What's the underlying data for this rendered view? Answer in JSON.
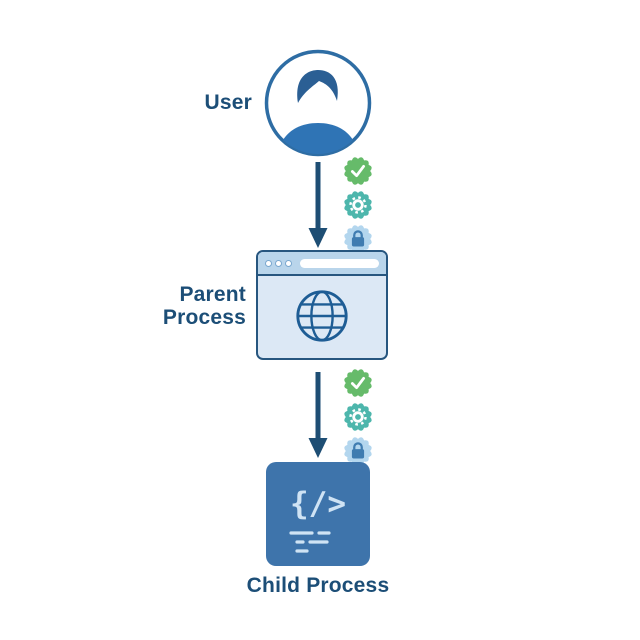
{
  "diagram": {
    "nodes": [
      {
        "id": "user",
        "label": "User",
        "icon": "user-avatar-icon"
      },
      {
        "id": "parent-process",
        "label": "Parent Process",
        "icon": "browser-globe-icon"
      },
      {
        "id": "child-process",
        "label": "Child Process",
        "icon": "code-icon"
      }
    ],
    "connectors": [
      {
        "from": "User",
        "to": "Parent Process",
        "style": "arrow-down",
        "badges": [
          "check-badge",
          "gear-badge",
          "lock-badge"
        ]
      },
      {
        "from": "Parent Process",
        "to": "Child Process",
        "style": "arrow-down",
        "badges": [
          "check-badge",
          "gear-badge",
          "lock-badge"
        ]
      }
    ],
    "child_code_glyph": "{/>",
    "colors": {
      "label_text": "#1c4e77",
      "arrow": "#1e4e74",
      "avatar_outline": "#2e6da4",
      "avatar_shirt": "#2f74b5",
      "browser_border": "#27567f",
      "browser_header": "#b9d5eb",
      "browser_body": "#dce8f5",
      "globe": "#1e5d95",
      "child_box": "#3e74ab",
      "child_glyph": "#cfe3f4",
      "badge_check": "#66bb6a",
      "badge_gear": "#4db6ac",
      "badge_lock_bg": "#b3d6ee",
      "badge_lock_glyph": "#3f7cb0"
    }
  }
}
